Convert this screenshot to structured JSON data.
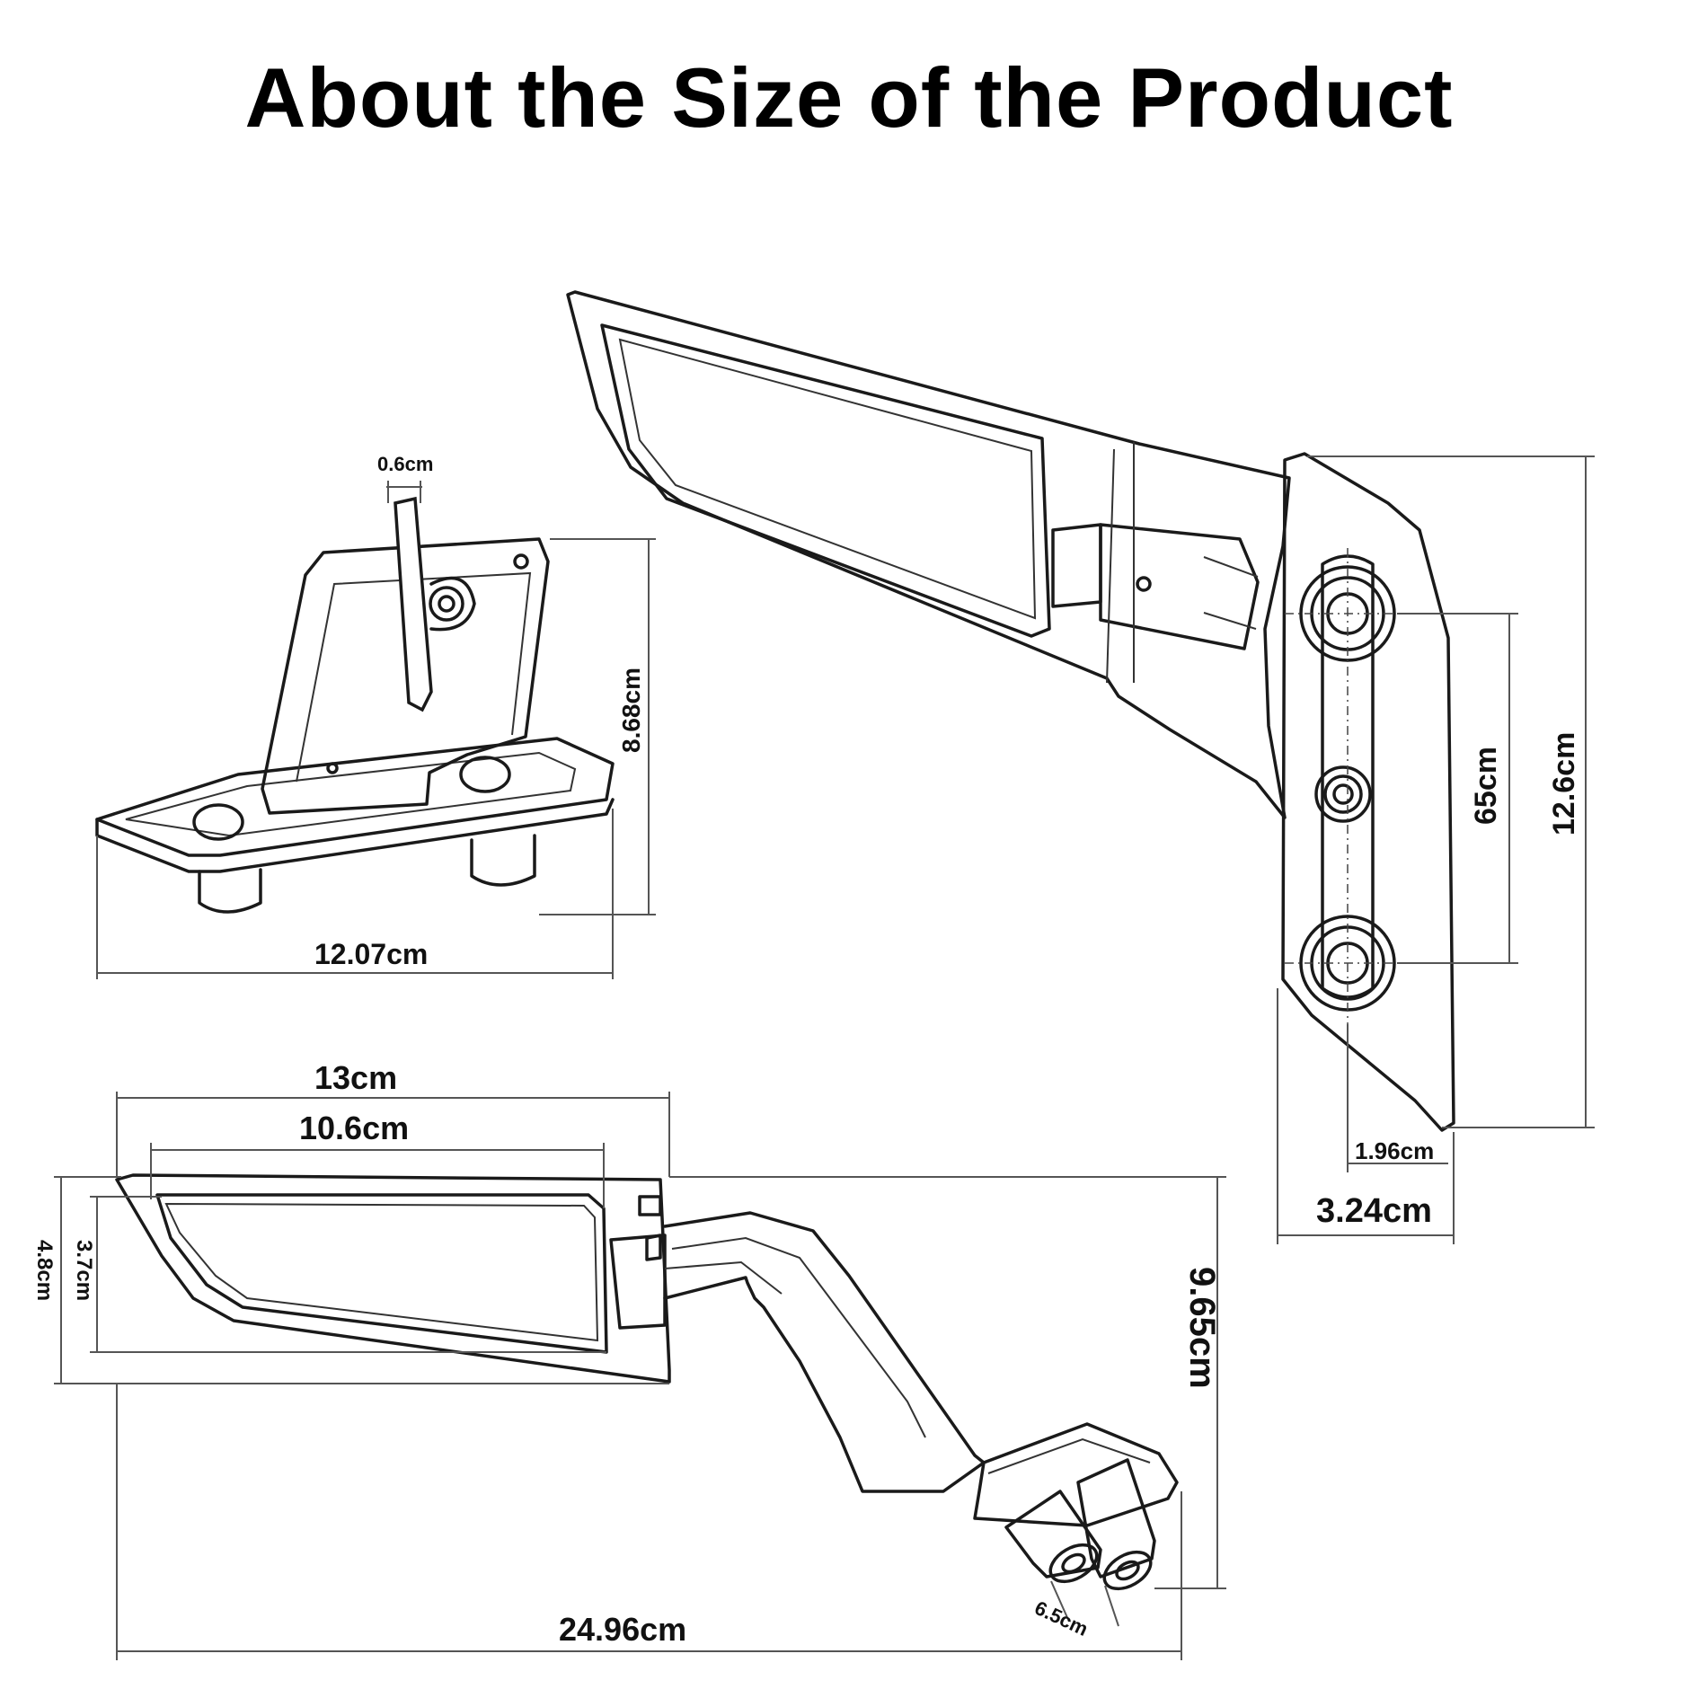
{
  "title": "About the Size of the Product",
  "dimensions": {
    "rail_thickness": "0.6cm",
    "mount_height": "8.68cm",
    "mount_width": "12.07cm",
    "hole_spacing": "65cm",
    "bracket_height": "12.6cm",
    "bracket_inner_width": "1.96cm",
    "bracket_width": "3.24cm",
    "mirror_length": "13cm",
    "glass_length": "10.6cm",
    "glass_height": "3.7cm",
    "mirror_height": "4.8cm",
    "overall_height": "9.65cm",
    "overall_length": "24.96cm",
    "bolt_spacing": "6.5cm"
  }
}
